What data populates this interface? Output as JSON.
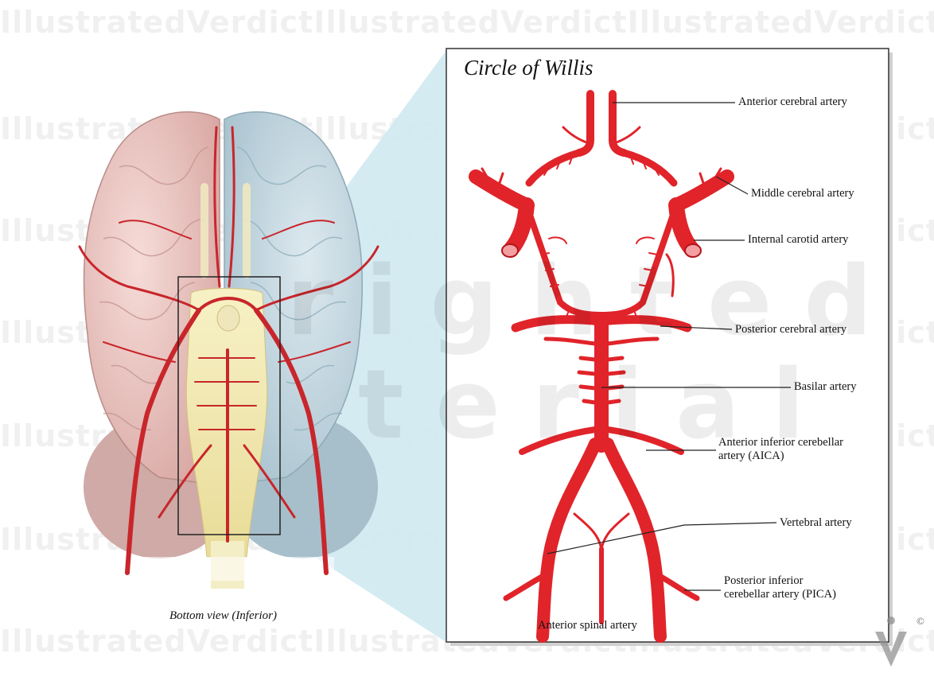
{
  "panel": {
    "title": "Circle of Willis"
  },
  "left_view": {
    "caption": "Bottom view (Inferior)"
  },
  "labels": [
    {
      "id": "aca",
      "text": "Anterior cerebral artery"
    },
    {
      "id": "mca",
      "text": "Middle cerebral artery"
    },
    {
      "id": "ica",
      "text": "Internal carotid artery"
    },
    {
      "id": "pca",
      "text": "Posterior cerebral artery"
    },
    {
      "id": "basilar",
      "text": "Basilar artery"
    },
    {
      "id": "aica",
      "text": "Anterior inferior cerebellar artery (AICA)"
    },
    {
      "id": "vertebral",
      "text": "Vertebral artery"
    },
    {
      "id": "pica",
      "text": "Posterior inferior cerebellar artery (PICA)"
    },
    {
      "id": "spinal",
      "text": "Anterior spinal artery"
    }
  ],
  "watermark": {
    "repeat_text": "IllustratedVerdict",
    "word_top": "righted",
    "word_bottom": "terial",
    "copyright": "©"
  },
  "colors": {
    "artery": "#e0242a",
    "artery_dark": "#b0161c",
    "callout_fill": "#cfe9f1",
    "brain_left": "#eec8c4",
    "brain_right": "#c9dbe4",
    "brainstem": "#f3ecb5"
  }
}
